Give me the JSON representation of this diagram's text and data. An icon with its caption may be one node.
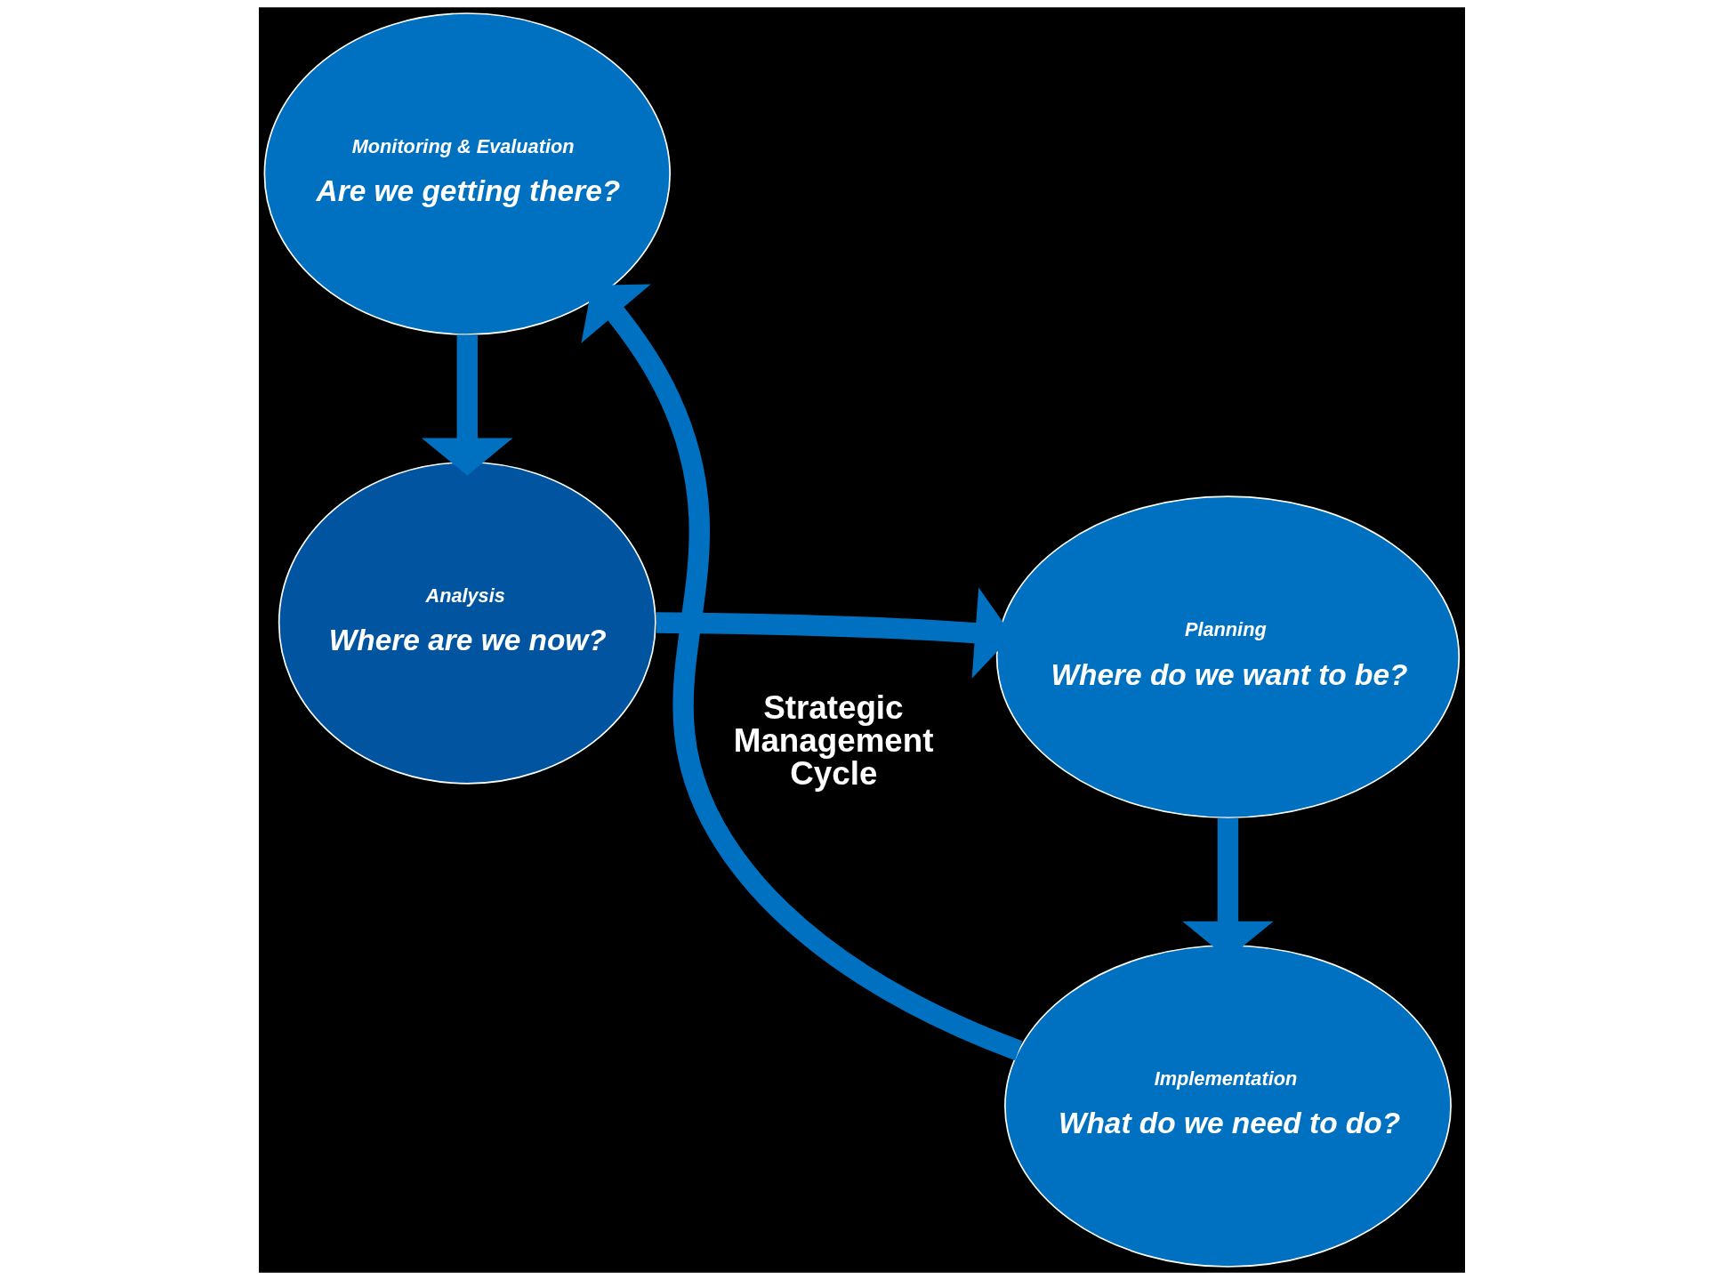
{
  "diagram": {
    "nodes": [
      {
        "text": [
          "Analysis",
          "Where are we now?"
        ]
      },
      {
        "text": [
          "Planning",
          "Where do we want to be?"
        ]
      },
      {
        "text": [
          "Implementation",
          "What do we need to do?"
        ]
      },
      {
        "text": [
          "Monitoring & Evaluation",
          "Are we getting there?"
        ]
      }
    ],
    "edges": [
      {
        "from": 0,
        "to": 1,
        "arrow": "to"
      },
      {
        "from": 1,
        "to": 2,
        "arrow": "to"
      },
      {
        "from": 2,
        "to": 3,
        "arrow": "to"
      },
      {
        "from": 3,
        "to": 0,
        "arrow": "to"
      }
    ],
    "labels": [
      "Strategic Management Cycle"
    ]
  }
}
